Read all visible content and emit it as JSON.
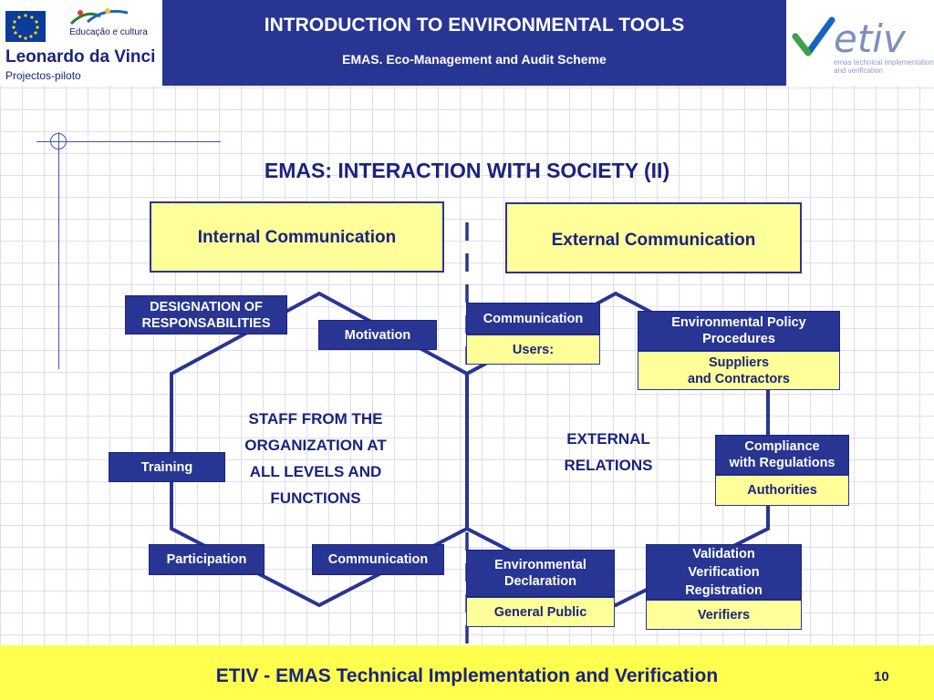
{
  "header": {
    "logo_left": {
      "program_text": "Educação e cultura",
      "name": "Leonardo da Vinci",
      "subtitle": "Projectos-piloto"
    },
    "title": "INTRODUCTION TO ENVIRONMENTAL TOOLS",
    "subtitle": "EMAS. Eco-Management and Audit Scheme",
    "logo_right": {
      "wordmark": "etiv",
      "tagline": "emas technical implementation and verification"
    }
  },
  "diagram": {
    "title": "EMAS: INTERACTION WITH SOCIETY (II)",
    "internal_header": "Internal Communication",
    "external_header": "External Communication",
    "internal_center": [
      "STAFF FROM THE",
      "ORGANIZATION AT",
      "ALL LEVELS AND",
      "FUNCTIONS"
    ],
    "external_center": [
      "EXTERNAL",
      "RELATIONS"
    ],
    "internal_items": {
      "designation": [
        "DESIGNATION OF",
        "RESPONSABILITIES"
      ],
      "motivation": "Motivation",
      "training": "Training",
      "participation": "Participation",
      "communication": "Communication"
    },
    "external_items": {
      "communication": {
        "label": "Communication",
        "audience": "Users:"
      },
      "env_policy": {
        "label": [
          "Environmental Policy",
          "Procedures"
        ],
        "audience": [
          "Suppliers",
          "and Contractors"
        ]
      },
      "compliance": {
        "label": [
          "Compliance",
          "with Regulations"
        ],
        "audience": "Authorities"
      },
      "env_declaration": {
        "label": [
          "Environmental",
          "Declaration"
        ],
        "audience": "General Public"
      },
      "validation": {
        "label": [
          "Validation",
          "Verification",
          "Registration"
        ],
        "audience": "Verifiers"
      }
    }
  },
  "footer": {
    "text": "ETIV - EMAS Technical Implementation and Verification",
    "page": "10"
  },
  "colors": {
    "navy": "#283593",
    "dark_navy": "#1a237e",
    "light_yellow": "#ffff99",
    "footer_yellow": "#ffff4d"
  }
}
